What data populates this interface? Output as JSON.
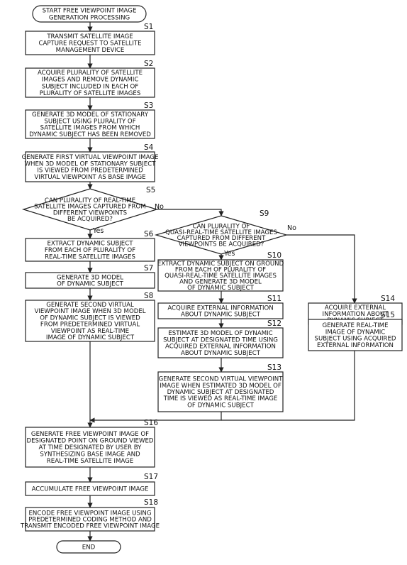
{
  "flowchart": {
    "start": [
      "START FREE VIEWPOINT IMAGE",
      "GENERATION PROCESSING"
    ],
    "end": "END",
    "steps": {
      "s1": {
        "label": "S1",
        "text": [
          "TRANSMIT SATELLITE IMAGE",
          "CAPTURE REQUEST TO SATELLITE",
          "MANAGEMENT DEVICE"
        ]
      },
      "s2": {
        "label": "S2",
        "text": [
          "ACQUIRE PLURALITY OF SATELLITE",
          "IMAGES AND REMOVE DYNAMIC",
          "SUBJECT INCLUDED IN EACH OF",
          "PLURALITY OF SATELLITE IMAGES"
        ]
      },
      "s3": {
        "label": "S3",
        "text": [
          "GENERATE 3D MODEL OF STATIONARY",
          "SUBJECT USING PLURALITY OF",
          "SATELLITE IMAGES FROM WHICH",
          "DYNAMIC SUBJECT HAS BEEN REMOVED"
        ]
      },
      "s4": {
        "label": "S4",
        "text": [
          "GENERATE FIRST VIRTUAL VIEWPOINT IMAGE",
          "WHEN 3D MODEL OF STATIONARY SUBJECT",
          "IS VIEWED FROM PREDETERMINED",
          "VIRTUAL VIEWPOINT AS BASE IMAGE"
        ]
      },
      "s5": {
        "label": "S5",
        "text": [
          "CAN PLURALITY OF REAL-TIME",
          "SATELLITE IMAGES CAPTURED FROM",
          "DIFFERENT VIEWPOINTS",
          "BE ACQUIRED?"
        ],
        "yes": "Yes",
        "no": "No"
      },
      "s6": {
        "label": "S6",
        "text": [
          "EXTRACT DYNAMIC SUBJECT",
          "FROM EACH OF PLURALITY OF",
          "REAL-TIME SATELLITE IMAGES"
        ]
      },
      "s7": {
        "label": "S7",
        "text": [
          "GENERATE 3D MODEL",
          "OF DYNAMIC SUBJECT"
        ]
      },
      "s8": {
        "label": "S8",
        "text": [
          "GENERATE SECOND VIRTUAL",
          "VIEWPOINT IMAGE WHEN 3D MODEL",
          "OF DYNAMIC SUBJECT IS VIEWED",
          "FROM PREDETERMINED VIRTUAL",
          "VIEWPOINT AS REAL-TIME",
          "IMAGE OF DYNAMIC SUBJECT"
        ]
      },
      "s9": {
        "label": "S9",
        "text": [
          "CAN PLURALITY OF",
          "QUASI-REAL-TIME SATELLITE IMAGES",
          "CAPTURED FROM DIFFERENT",
          "VIEWPOINTS BE ACQUIRED?"
        ],
        "yes": "Yes",
        "no": "No"
      },
      "s10": {
        "label": "S10",
        "text": [
          "EXTRACT DYNAMIC SUBJECT ON GROUND",
          "FROM EACH OF PLURALITY OF",
          "QUASI-REAL-TIME SATELLITE IMAGES",
          "AND GENERATE 3D MODEL",
          "OF DYNAMIC SUBJECT"
        ]
      },
      "s11": {
        "label": "S11",
        "text": [
          "ACQUIRE EXTERNAL INFORMATION",
          "ABOUT DYNAMIC SUBJECT"
        ]
      },
      "s12": {
        "label": "S12",
        "text": [
          "ESTIMATE 3D MODEL OF DYNAMIC",
          "SUBJECT AT DESIGNATED TIME USING",
          "ACQUIRED EXTERNAL INFORMATION",
          "ABOUT DYNAMIC SUBJECT"
        ]
      },
      "s13": {
        "label": "S13",
        "text": [
          "GENERATE SECOND VIRTUAL VIEWPOINT",
          "IMAGE WHEN ESTIMATED 3D MODEL OF",
          "DYNAMIC SUBJECT AT DESIGNATED",
          "TIME IS VIEWED AS REAL-TIME IMAGE",
          "OF DYNAMIC SUBJECT"
        ]
      },
      "s14": {
        "label": "S14",
        "text": [
          "ACQUIRE EXTERNAL",
          "INFORMATION ABOUT",
          "DYNAMIC SUBJECT"
        ]
      },
      "s15": {
        "label": "S15",
        "text": [
          "GENERATE REAL-TIME",
          "IMAGE OF DYNAMIC",
          "SUBJECT USING ACQUIRED",
          "EXTERNAL INFORMATION"
        ]
      },
      "s16": {
        "label": "S16",
        "text": [
          "GENERATE FREE VIEWPOINT IMAGE OF",
          "DESIGNATED POINT ON GROUND VIEWED",
          "AT TIME DESIGNATED BY USER BY",
          "SYNTHESIZING BASE IMAGE AND",
          "REAL-TIME SATELLITE IMAGE"
        ]
      },
      "s17": {
        "label": "S17",
        "text": [
          "ACCUMULATE FREE VIEWPOINT IMAGE"
        ]
      },
      "s18": {
        "label": "S18",
        "text": [
          "ENCODE FREE VIEWPOINT IMAGE USING",
          "PREDETERMINED CODING METHOD AND",
          "TRANSMIT ENCODED FREE VIEWPOINT IMAGE"
        ]
      }
    }
  }
}
